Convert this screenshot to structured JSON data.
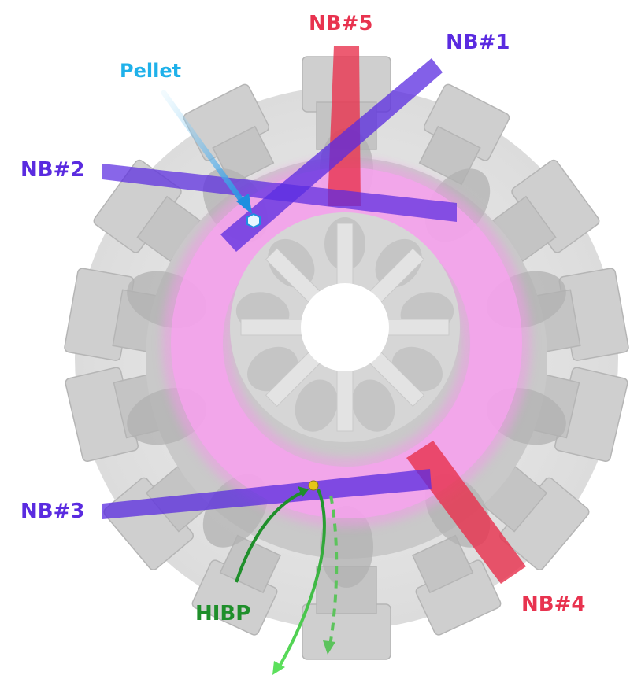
{
  "labels": {
    "nb5": "NB#5",
    "nb1": "NB#1",
    "nb2": "NB#2",
    "nb3": "NB#3",
    "nb4": "NB#4",
    "pellet": "Pellet",
    "hibp": "HIBP"
  },
  "colors": {
    "nb_red": "#e8334f",
    "nb_purple": "#5a2be0",
    "pellet_blue": "#1fb1ea",
    "hibp_green": "#1f8f2b",
    "plasma_pink": "#f39ae8",
    "vessel_gray": "#d9d9d9"
  }
}
